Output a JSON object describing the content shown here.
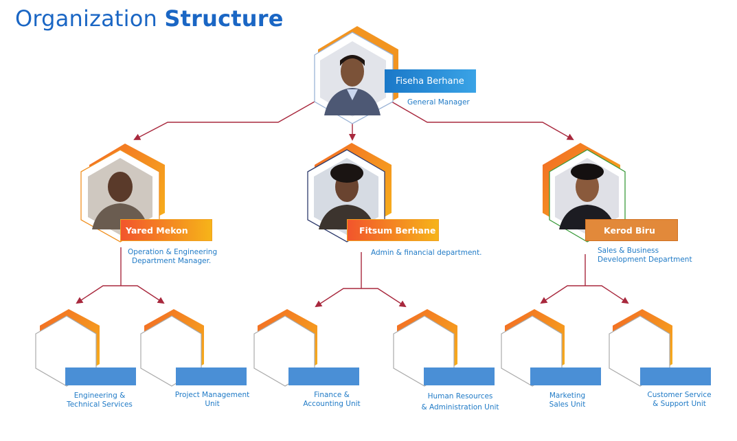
{
  "title": {
    "part1": "Organization",
    "part2": "Structure"
  },
  "colors": {
    "title_blue": "#1a66c4",
    "label_blue": "#1f7ac6",
    "connector": "#a8283d",
    "hex_orange": "#f4961f",
    "unit_bar": "#4a8fd6"
  },
  "general_manager": {
    "name": "Fiseha Berhane",
    "role": "General Manager"
  },
  "managers": [
    {
      "name": "Yared Mekon",
      "role_line1": "Operation & Engineering",
      "role_line2": "Department Manager."
    },
    {
      "name": "Fitsum Berhane",
      "role_line1": "Admin & financial department.",
      "role_line2": ""
    },
    {
      "name": "Kerod Biru",
      "role_line1": "Sales & Business",
      "role_line2": "Development Department"
    }
  ],
  "units": [
    {
      "line1": "Engineering &",
      "line2": "Technical Services"
    },
    {
      "line1": "Project Management",
      "line2": "Unit"
    },
    {
      "line1": "Finance &",
      "line2": "Accounting Unit"
    },
    {
      "line1": "Human Resources",
      "line2": "& Administration Unit"
    },
    {
      "line1": "Marketing",
      "line2": "Sales Unit"
    },
    {
      "line1": "Customer Service",
      "line2": "& Support Unit"
    }
  ]
}
